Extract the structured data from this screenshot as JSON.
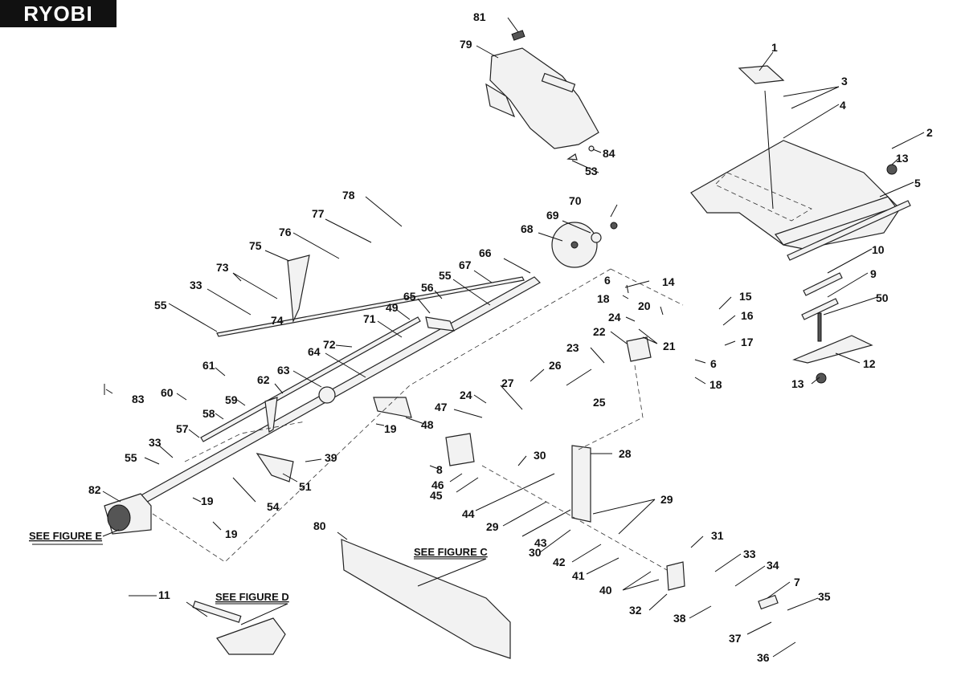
{
  "brand": {
    "logo_text": "RYOBI"
  },
  "figure_refs": [
    {
      "id": "fig-e",
      "text": "SEE FIGURE E"
    },
    {
      "id": "fig-c",
      "text": "SEE FIGURE C"
    },
    {
      "id": "fig-d",
      "text": "SEE FIGURE D"
    }
  ],
  "parts": [
    "1",
    "2",
    "3",
    "4",
    "5",
    "6",
    "7",
    "8",
    "9",
    "10",
    "11",
    "12",
    "13",
    "14",
    "15",
    "16",
    "17",
    "18",
    "19",
    "20",
    "21",
    "22",
    "23",
    "24",
    "25",
    "26",
    "27",
    "28",
    "29",
    "30",
    "31",
    "32",
    "33",
    "34",
    "35",
    "36",
    "37",
    "38",
    "39",
    "40",
    "41",
    "42",
    "43",
    "44",
    "45",
    "46",
    "47",
    "48",
    "49",
    "50",
    "51",
    "53",
    "54",
    "55",
    "56",
    "57",
    "58",
    "59",
    "60",
    "61",
    "62",
    "63",
    "64",
    "65",
    "66",
    "67",
    "68",
    "69",
    "70",
    "71",
    "72",
    "73",
    "74",
    "75",
    "76",
    "77",
    "78",
    "79",
    "80",
    "81",
    "82",
    "83",
    "84"
  ]
}
